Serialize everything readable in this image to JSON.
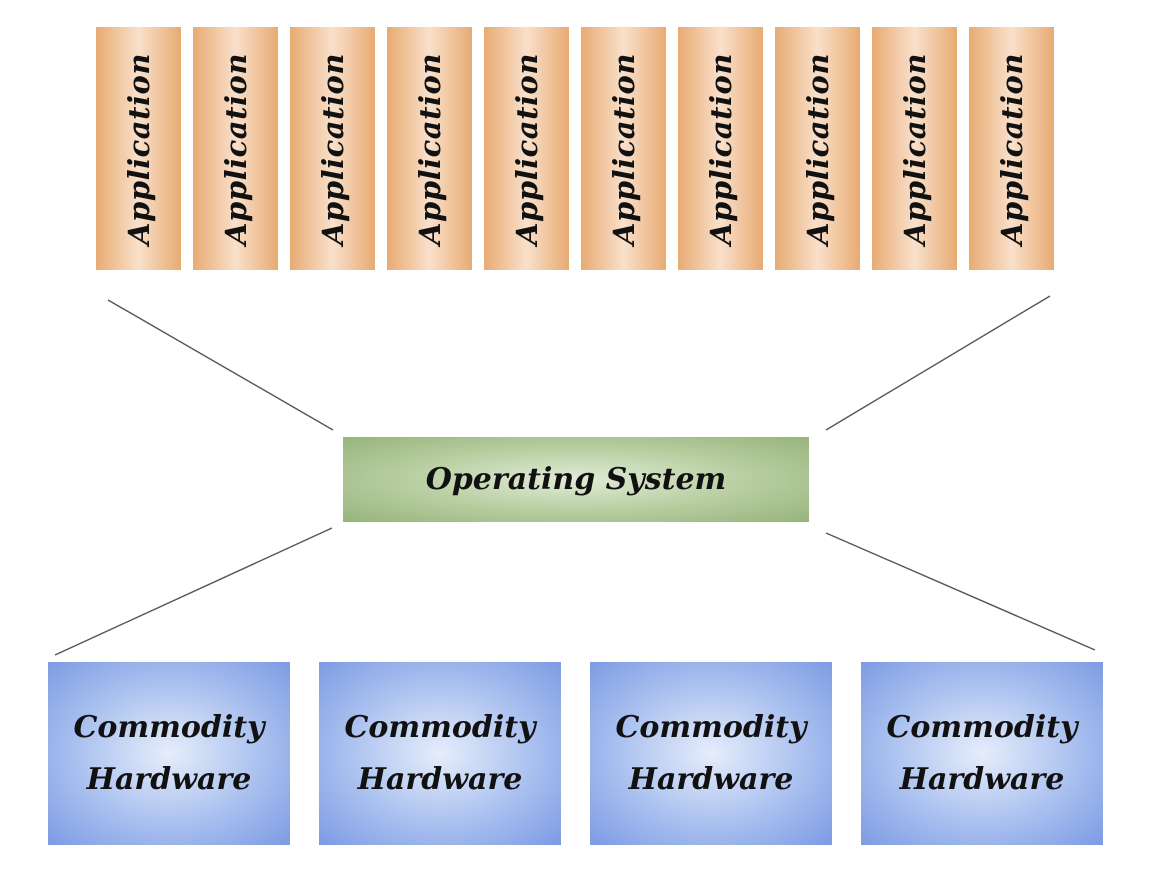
{
  "applications": [
    "Application",
    "Application",
    "Application",
    "Application",
    "Application",
    "Application",
    "Application",
    "Application",
    "Application",
    "Application"
  ],
  "operating_system": {
    "label": "Operating System"
  },
  "hardware": [
    {
      "line1": "Commodity",
      "line2": "Hardware"
    },
    {
      "line1": "Commodity",
      "line2": "Hardware"
    },
    {
      "line1": "Commodity",
      "line2": "Hardware"
    },
    {
      "line1": "Commodity",
      "line2": "Hardware"
    }
  ],
  "colors": {
    "application": "#e8ab72",
    "operating_system": "#96b47c",
    "hardware": "#7c9be3",
    "connector": "#555555"
  }
}
